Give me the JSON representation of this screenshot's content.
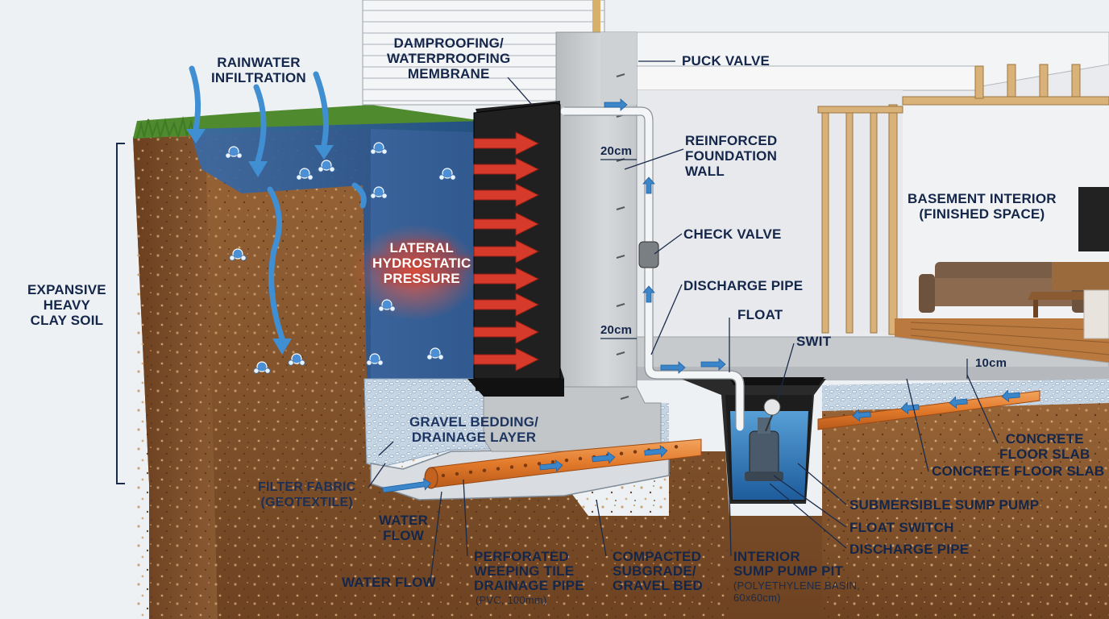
{
  "labels": {
    "rainwater_infiltration": "RAINWATER\nINFILTRATION",
    "expansive_clay_soil": "EXPANSIVE\nHEAVY\nCLAY SOIL",
    "dampproofing_membrane": "DAMPROOFING/\nWATERPROOFING\nMEMBRANE",
    "puck_valve": "PUCK VALVE",
    "reinforced_foundation_wall": "REINFORCED\nFOUNDATION\nWALL",
    "wall_thickness_upper": "20cm",
    "wall_thickness_lower": "20cm",
    "basement_interior": "BASEMENT INTERIOR\n(FINISHED SPACE)",
    "check_valve": "CHECK VALVE",
    "discharge_pipe_upper": "DISCHARGE PIPE",
    "float_upper": "FLOAT",
    "switch_upper": "SWIT",
    "slab_thickness": "10cm",
    "lateral_hydrostatic_pressure": "LATERAL\nHYDROSTATIC\nPRESSURE",
    "gravel_bedding": "GRAVEL BEDDING/\nDRAINAGE LAYER",
    "filter_fabric": "FILTER FABRIC\n(GEOTEXTILE)",
    "water_flow_inner": "WATER\nFLOW",
    "water_flow_bottom": "WATER FLOW",
    "perforated_pipe": "PERFORATED\nWEEPING TILE\nDRAINAGE PIPE",
    "perforated_pipe_spec": "(PVC, 100mm)",
    "compacted_subgrade": "COMPACTED\nSUBGRADE/\nGRAVEL BED",
    "interior_sump_pit": "INTERIOR\nSUMP PUMP PIT",
    "sump_pit_spec": "(POLYETHYLENE BASIN,\n60x60cm)",
    "concrete_floor_slab_upper": "CONCRETE\nFLOOR SLAB",
    "concrete_floor_slab_lower": "CONCRETE FLOOR SLAB",
    "submersible_sump_pump": "SUBMERSIBLE SUMP PUMP",
    "float_switch": "FLOAT SWITCH",
    "discharge_pipe_lower": "DISCHARGE PIPE"
  },
  "colors": {
    "label_text": "#14264a",
    "leader_line": "#1b2b4a",
    "soil": "#8a5a32",
    "soil_dark": "#5e3a1d",
    "saturated_soil": "#2f5f9a",
    "water": "#3a86c8",
    "pressure_arrow": "#d63a2a",
    "membrane": "#1d1d1d",
    "concrete": "#c9ccce",
    "gravel": "#c8d6e4",
    "drain_pipe": "#e27a2b",
    "sump_basin": "#2a2a2a",
    "grass": "#4f8a2f",
    "interior_wall": "#f0f1f3",
    "wood_floor": "#b9793f"
  }
}
